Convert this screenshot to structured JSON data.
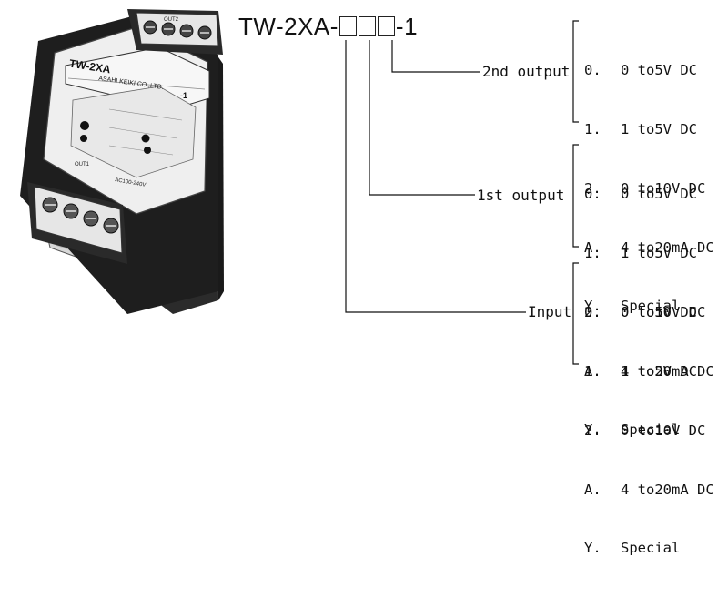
{
  "model_prefix": "TW-2XA-",
  "model_suffix": "-1",
  "device": {
    "model_label": "TW-2XA",
    "maker_label": "ASAHI KEIKI CO.,LTD.",
    "suffix_label": "-1",
    "out1_label": "OUT1",
    "out2_label": "OUT2",
    "power_label": "AC100-240V"
  },
  "groups": [
    {
      "label": "2nd output",
      "options": [
        {
          "code": "0.",
          "text": "0 to5V DC"
        },
        {
          "code": "1.",
          "text": "1 to5V DC"
        },
        {
          "code": "2.",
          "text": "0 to10V DC"
        },
        {
          "code": "A.",
          "text": "4 to20mA DC"
        },
        {
          "code": "Y.",
          "text": "Special"
        }
      ]
    },
    {
      "label": "1st output",
      "options": [
        {
          "code": "0.",
          "text": "0 to5V DC"
        },
        {
          "code": "1.",
          "text": "1 to5V DC"
        },
        {
          "code": "2.",
          "text": "0 to10V DC"
        },
        {
          "code": "A.",
          "text": "4 to20mA DC"
        },
        {
          "code": "Y.",
          "text": "Special"
        }
      ]
    },
    {
      "label": "Input",
      "options": [
        {
          "code": "0.",
          "text": "0 to5V DC"
        },
        {
          "code": "1.",
          "text": "1 to5V DC"
        },
        {
          "code": "2.",
          "text": "0 to10V DC"
        },
        {
          "code": "A.",
          "text": "4 to20mA DC"
        },
        {
          "code": "Y.",
          "text": "Special"
        }
      ]
    }
  ]
}
